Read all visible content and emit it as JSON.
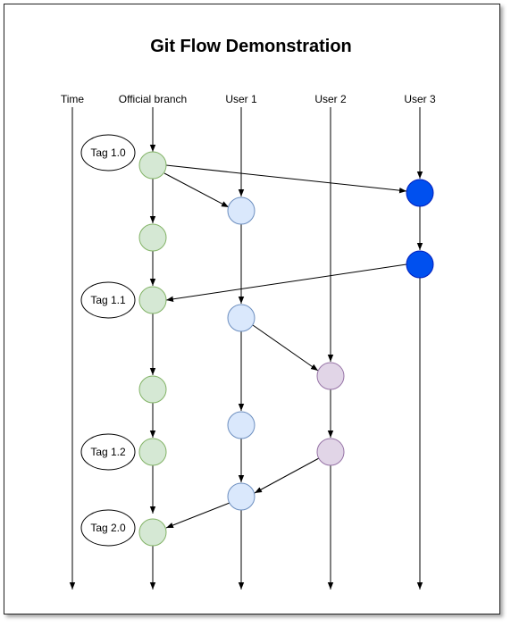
{
  "title": "Git Flow Demonstration",
  "lanes": {
    "time": "Time",
    "official": "Official branch",
    "user1": "User 1",
    "user2": "User 2",
    "user3": "User 3"
  },
  "tags": [
    "Tag 1.0",
    "Tag 1.1",
    "Tag 1.2",
    "Tag 2.0"
  ],
  "colors": {
    "official_fill": "#d5e8d4",
    "official_stroke": "#82b366",
    "user1_fill": "#dae8fc",
    "user1_stroke": "#6c8ebf",
    "user2_fill": "#e1d5e7",
    "user2_stroke": "#9673a6",
    "user3_fill": "#0050ef",
    "user3_stroke": "#001dbc"
  }
}
